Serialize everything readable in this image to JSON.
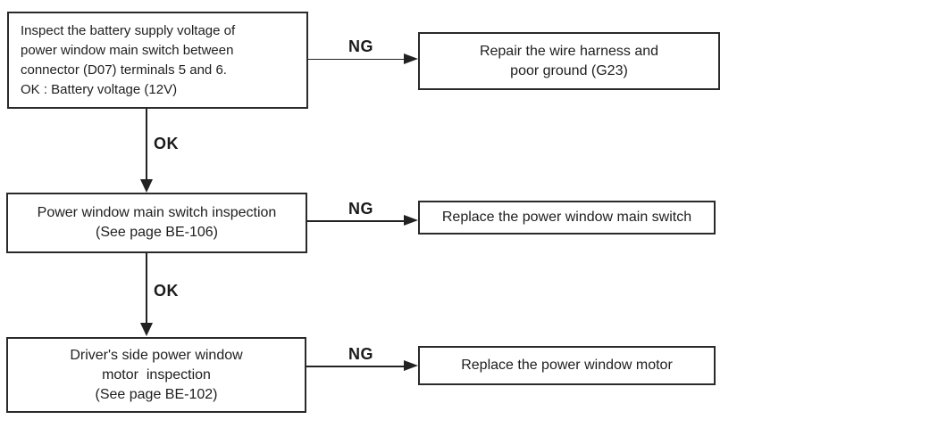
{
  "page": {
    "background_color": "#ffffff",
    "ink_color": "#1e1e1e"
  },
  "flowchart": {
    "boxes": [
      {
        "name": "inspect-battery-voltage",
        "lines": [
          "Inspect the battery supply voltage of",
          "power window main switch between",
          "connector (D07) terminals 5 and 6.",
          "OK : Battery voltage (12V)"
        ]
      },
      {
        "name": "repair-wire-harness",
        "lines": [
          "Repair the wire harness and",
          "poor ground (G23)"
        ]
      },
      {
        "name": "main-switch-inspection",
        "lines": [
          "Power window main switch inspection",
          "(See page BE-106)"
        ]
      },
      {
        "name": "replace-main-switch",
        "lines": [
          "Replace the power window main switch"
        ]
      },
      {
        "name": "motor-inspection",
        "lines": [
          "Driver's side power window",
          "motor  inspection",
          "(See page BE-102)"
        ]
      },
      {
        "name": "replace-motor",
        "lines": [
          "Replace the power window motor"
        ]
      }
    ],
    "edges": [
      {
        "name": "ng-edge-1",
        "label": "NG"
      },
      {
        "name": "ok-edge-1",
        "label": "OK"
      },
      {
        "name": "ng-edge-2",
        "label": "NG"
      },
      {
        "name": "ok-edge-2",
        "label": "OK"
      },
      {
        "name": "ng-edge-3",
        "label": "NG"
      }
    ]
  }
}
